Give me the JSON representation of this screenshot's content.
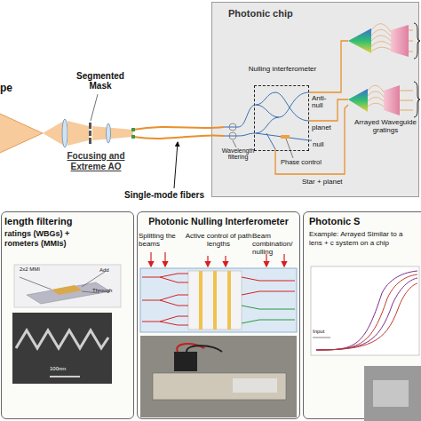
{
  "diagram": {
    "nodes": [
      {
        "text": [
          "Photonic chip"
        ]
      },
      {
        "text": [
          "Nulling interferometer"
        ],
        "in": 0
      },
      {
        "text": [
          "length filtering",
          "ratings (WBGs) + rometers (MMIs)"
        ]
      },
      {
        "text": [
          "Photonic Nulling Interferometer"
        ]
      },
      {
        "text": [
          "Photonic S",
          "Example: Arrayed Similar to a lens + c system on a chip"
        ]
      }
    ],
    "labels": [
      "pe",
      "Segmented Mask",
      "Focusing and Extreme AO",
      "Single-mode fibers",
      "Anti- null",
      "null",
      "Wavelength filtering",
      "Phase control",
      "planet",
      "Star + planet",
      "Arrayed Waveguide gratings",
      "2x2 MMI",
      "Add",
      "Through",
      "100nm",
      "Splitting the beams",
      "Active control of path lengths",
      "Beam combination/ nulling",
      "Input"
    ]
  }
}
